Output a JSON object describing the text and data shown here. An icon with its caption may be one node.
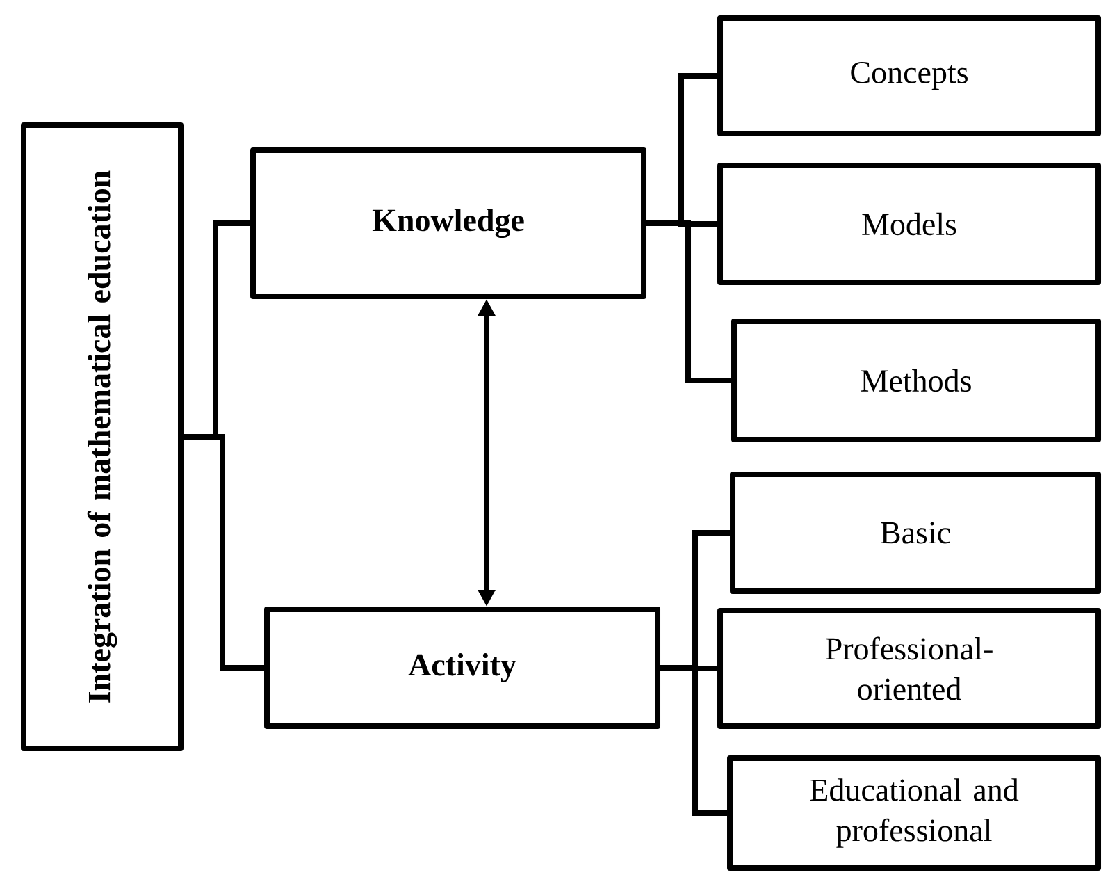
{
  "diagram": {
    "nodes": [
      {
        "text": [
          "Integration of mathematical education"
        ]
      },
      {
        "text": [
          "Knowledge"
        ]
      },
      {
        "text": [
          "Activity"
        ]
      },
      {
        "text": [
          "Concepts"
        ]
      },
      {
        "text": [
          "Models"
        ]
      },
      {
        "text": [
          "Methods"
        ]
      },
      {
        "text": [
          "Basic"
        ]
      },
      {
        "text": [
          "Professional- oriented"
        ]
      },
      {
        "text": [
          "Educational and professional"
        ]
      }
    ],
    "edges": [
      {
        "from": 0,
        "to": 1,
        "arrow": "none"
      },
      {
        "from": 0,
        "to": 2,
        "arrow": "none"
      },
      {
        "from": 1,
        "to": 2,
        "arrow": "both"
      },
      {
        "from": 1,
        "to": 3,
        "arrow": "none"
      },
      {
        "from": 1,
        "to": 4,
        "arrow": "none"
      },
      {
        "from": 1,
        "to": 5,
        "arrow": "none"
      },
      {
        "from": 2,
        "to": 6,
        "arrow": "none"
      },
      {
        "from": 2,
        "to": 7,
        "arrow": "none"
      },
      {
        "from": 2,
        "to": 8,
        "arrow": "none"
      }
    ]
  }
}
